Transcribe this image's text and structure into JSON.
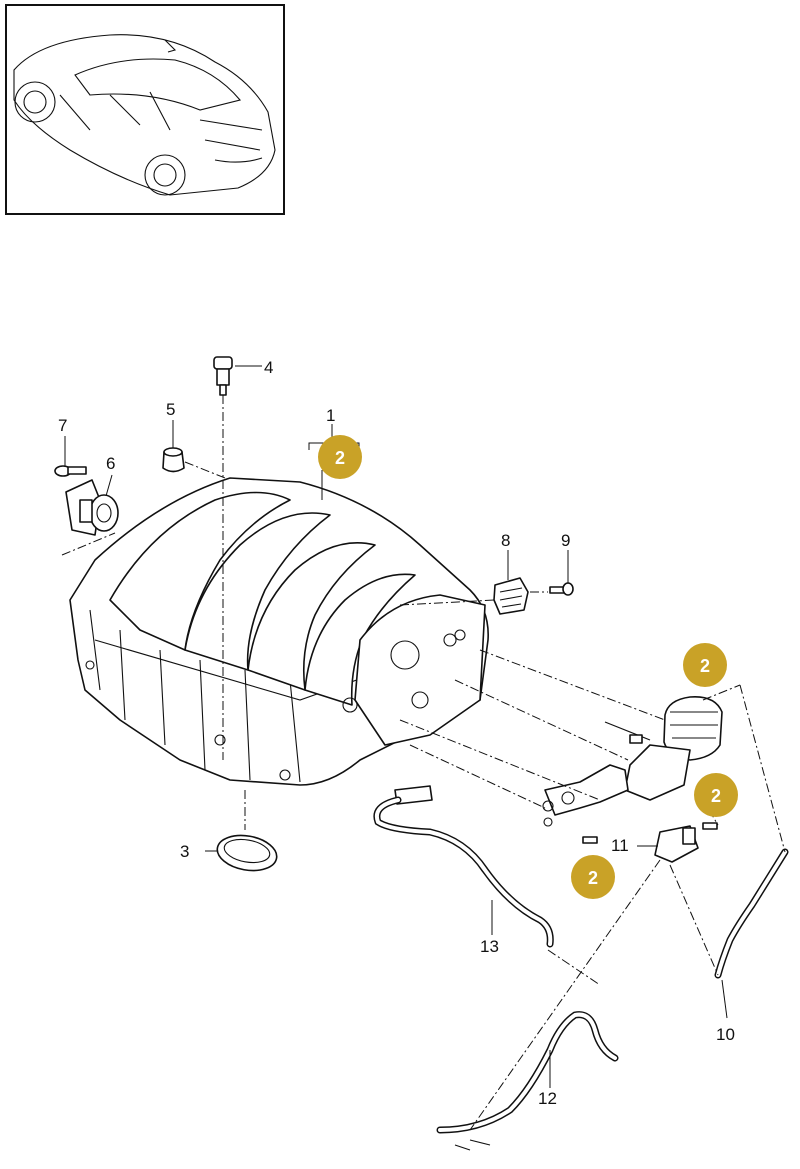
{
  "callouts": {
    "p1": "1",
    "p3": "3",
    "p4": "4",
    "p5": "5",
    "p6": "6",
    "p7": "7",
    "p8": "8",
    "p9": "9",
    "p10": "10",
    "p11": "11",
    "p12": "12",
    "p13": "13"
  },
  "badges": [
    "2",
    "2",
    "2",
    "2"
  ],
  "badge_color": "#C9A227"
}
